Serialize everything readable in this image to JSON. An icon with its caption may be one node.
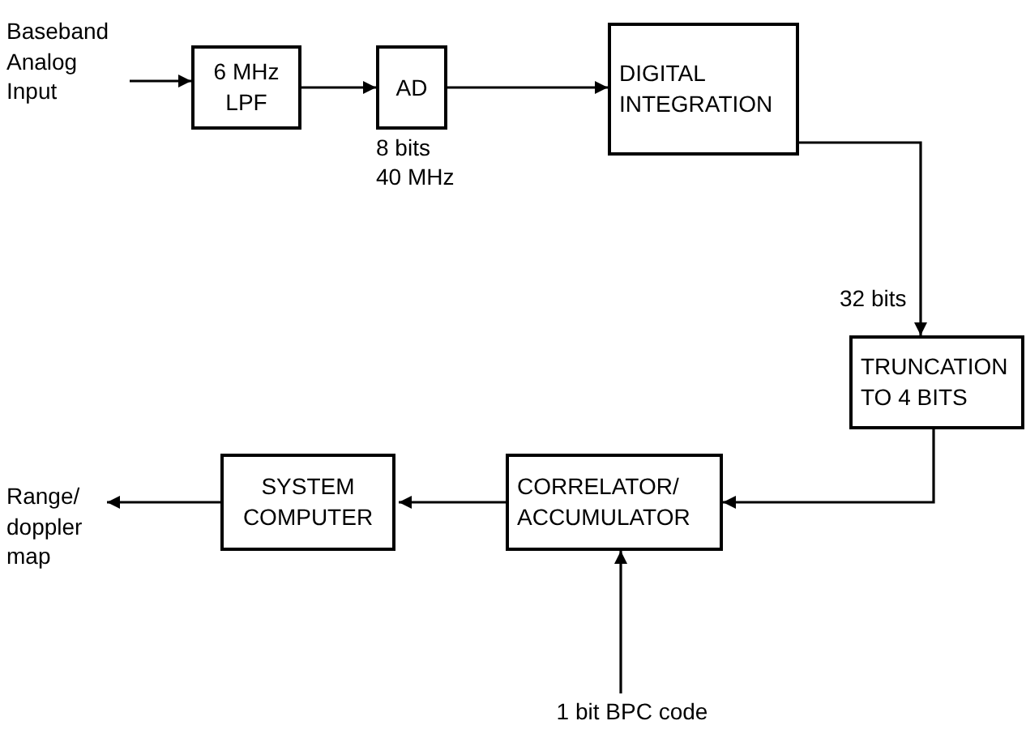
{
  "diagram": {
    "nodes": [
      {
        "text": [
          "Baseband Analog Input"
        ]
      },
      {
        "text": [
          "6 MHz LPF"
        ]
      },
      {
        "text": [
          "AD"
        ],
        "beside": [
          "8 bits 40 MHz"
        ]
      },
      {
        "text": [
          "DIGITAL INTEGRATION"
        ]
      },
      {
        "text": [
          "TRUNCATION TO 4 BITS"
        ]
      },
      {
        "text": [
          "CORRELATOR/ ACCUMULATOR"
        ]
      },
      {
        "text": [
          "SYSTEM COMPUTER"
        ]
      },
      {
        "text": [
          "Range/ doppler map"
        ]
      },
      {
        "text": [
          "1 bit BPC code"
        ]
      }
    ],
    "edges": [
      {
        "from": 0,
        "to": 1,
        "arrow": "to"
      },
      {
        "from": 1,
        "to": 2,
        "arrow": "to"
      },
      {
        "from": 2,
        "to": 3,
        "arrow": "to"
      },
      {
        "from": 3,
        "to": 4,
        "arrow": "to",
        "label": "32 bits"
      },
      {
        "from": 4,
        "to": 5,
        "arrow": "to"
      },
      {
        "from": 5,
        "to": 6,
        "arrow": "to"
      },
      {
        "from": 6,
        "to": 7,
        "arrow": "to"
      },
      {
        "from": 8,
        "to": 5,
        "arrow": "to"
      }
    ]
  }
}
